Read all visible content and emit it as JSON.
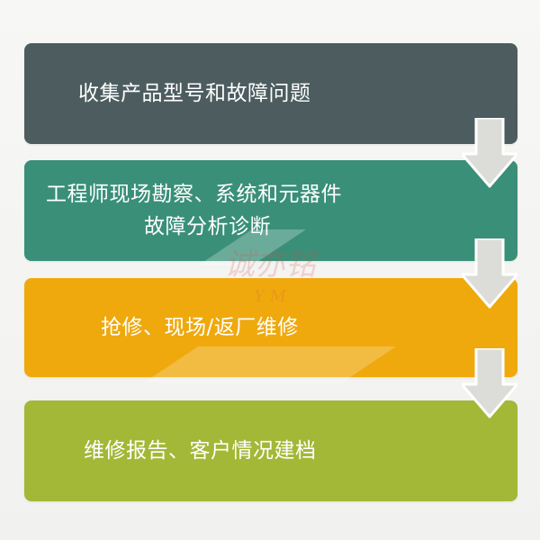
{
  "steps": [
    {
      "lines": [
        "收集产品型号和故障问题"
      ],
      "color": "#4c5c5f"
    },
    {
      "lines": [
        "工程师现场勘察、系统和元器件",
        "故障分析诊断"
      ],
      "color": "#3a8f78"
    },
    {
      "lines": [
        "抢修、现场/返厂维修"
      ],
      "color": "#efa90d"
    },
    {
      "lines": [
        "维修报告、客户情况建档"
      ],
      "color": "#a2b836"
    }
  ],
  "watermark": {
    "text": "诚亦铭",
    "subtext": "Y M"
  },
  "arrow_color": "#dcdcd8"
}
